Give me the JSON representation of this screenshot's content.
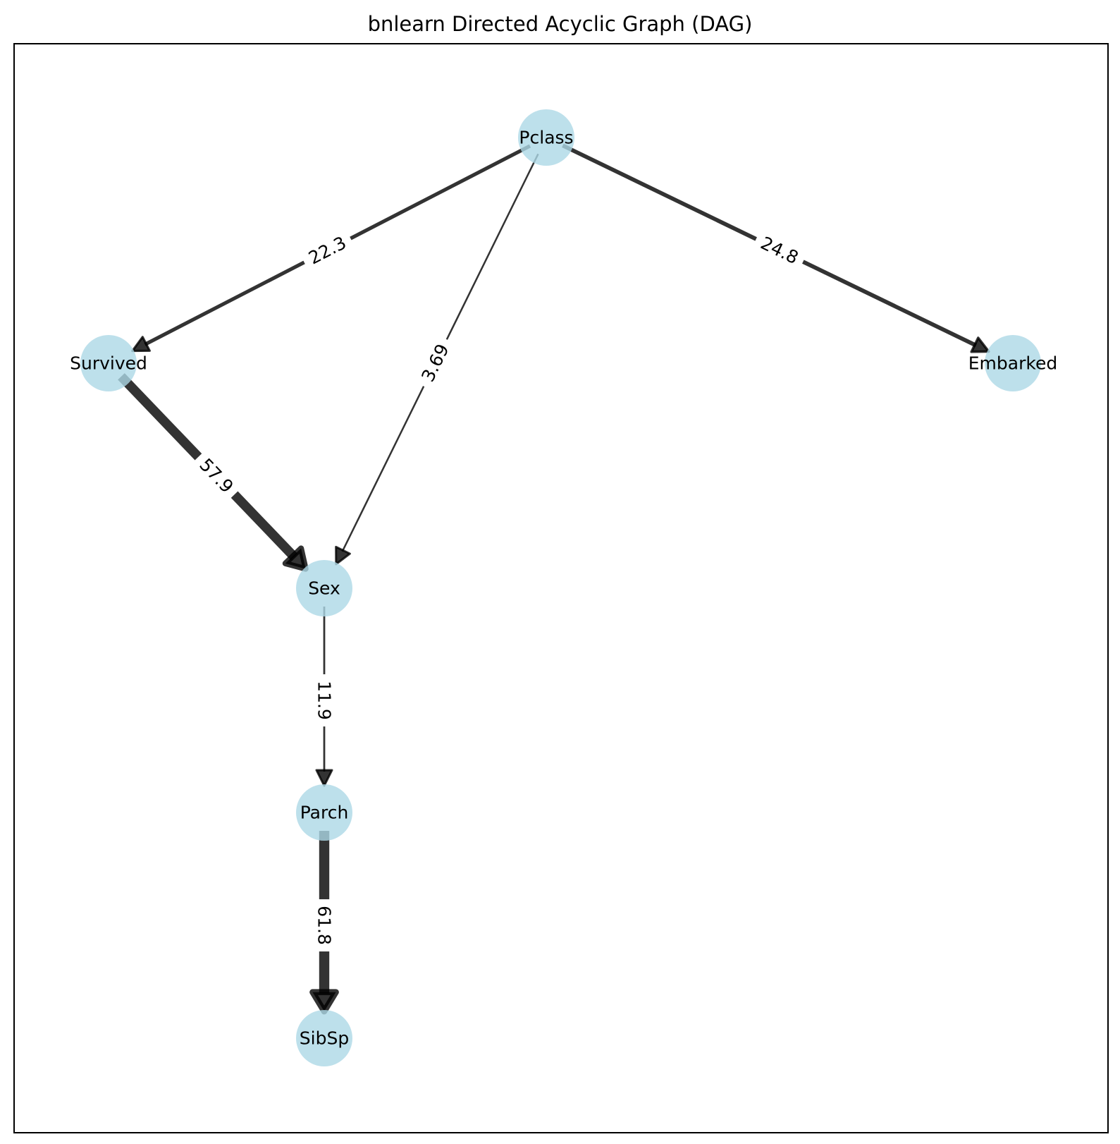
{
  "title": "bnlearn Directed Acyclic Graph (DAG)",
  "colors": {
    "node_fill": "#add8e6",
    "edge": "#000000",
    "frame": "#000000",
    "background": "#ffffff"
  },
  "nodes": [
    {
      "id": "Pclass",
      "label": "Pclass"
    },
    {
      "id": "Survived",
      "label": "Survived"
    },
    {
      "id": "Embarked",
      "label": "Embarked"
    },
    {
      "id": "Sex",
      "label": "Sex"
    },
    {
      "id": "Parch",
      "label": "Parch"
    },
    {
      "id": "SibSp",
      "label": "SibSp"
    }
  ],
  "edges": [
    {
      "source": "Pclass",
      "target": "Survived",
      "weight": "22.3"
    },
    {
      "source": "Pclass",
      "target": "Sex",
      "weight": "3.69"
    },
    {
      "source": "Pclass",
      "target": "Embarked",
      "weight": "24.8"
    },
    {
      "source": "Survived",
      "target": "Sex",
      "weight": "57.9"
    },
    {
      "source": "Sex",
      "target": "Parch",
      "weight": "11.9"
    },
    {
      "source": "Parch",
      "target": "SibSp",
      "weight": "61.8"
    }
  ]
}
